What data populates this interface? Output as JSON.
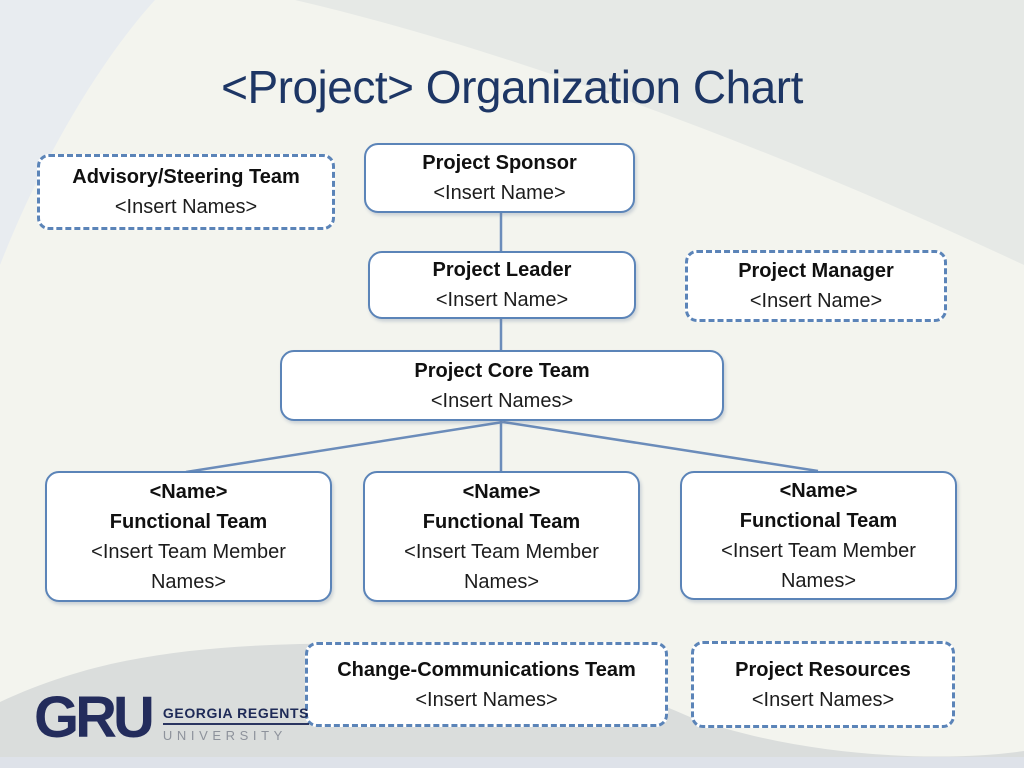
{
  "slide": {
    "title": "<Project> Organization Chart"
  },
  "boxes": {
    "advisory": {
      "style": "dashed",
      "title": "Advisory/Steering Team",
      "subtitle": "<Insert Names>"
    },
    "sponsor": {
      "style": "solid",
      "title": "Project Sponsor",
      "subtitle": "<Insert Name>"
    },
    "leader": {
      "style": "solid",
      "title": "Project Leader",
      "subtitle": "<Insert Name>"
    },
    "manager": {
      "style": "dashed",
      "title": "Project Manager",
      "subtitle": "<Insert Name>"
    },
    "core": {
      "style": "solid",
      "title": "Project Core Team",
      "subtitle": "<Insert Names>"
    },
    "functional1": {
      "style": "solid",
      "title": "<Name>",
      "title2": "Functional Team",
      "subtitle": "<Insert Team Member Names>"
    },
    "functional2": {
      "style": "solid",
      "title": "<Name>",
      "title2": "Functional Team",
      "subtitle": "<Insert Team Member Names>"
    },
    "functional3": {
      "style": "solid",
      "title": "<Name>",
      "title2": "Functional Team",
      "subtitle": "<Insert Team Member Names>"
    },
    "change": {
      "style": "dashed",
      "title": "Change-Communications Team",
      "subtitle": "<Insert Names>"
    },
    "resources": {
      "style": "dashed",
      "title": "Project Resources",
      "subtitle": "<Insert Names>"
    }
  },
  "edges": [
    {
      "from": "sponsor",
      "to": "leader"
    },
    {
      "from": "leader",
      "to": "core"
    },
    {
      "from": "core",
      "to": "functional1"
    },
    {
      "from": "core",
      "to": "functional2"
    },
    {
      "from": "core",
      "to": "functional3"
    }
  ],
  "logo": {
    "acronym": "GRU",
    "line1": "GEORGIA REGENTS",
    "line2": "UNIVERSITY"
  },
  "colors": {
    "title_text": "#1d3665",
    "box_border": "#5b84b8",
    "connector": "#6b8cba",
    "box_text": "#1c1c1c",
    "slide_base": "#f3f4ee",
    "swoosh_gray": "#dadddc",
    "corner_blue_gray": "#e8ecf0",
    "logo_navy": "#232c5c",
    "logo_gray": "#8d929b"
  }
}
